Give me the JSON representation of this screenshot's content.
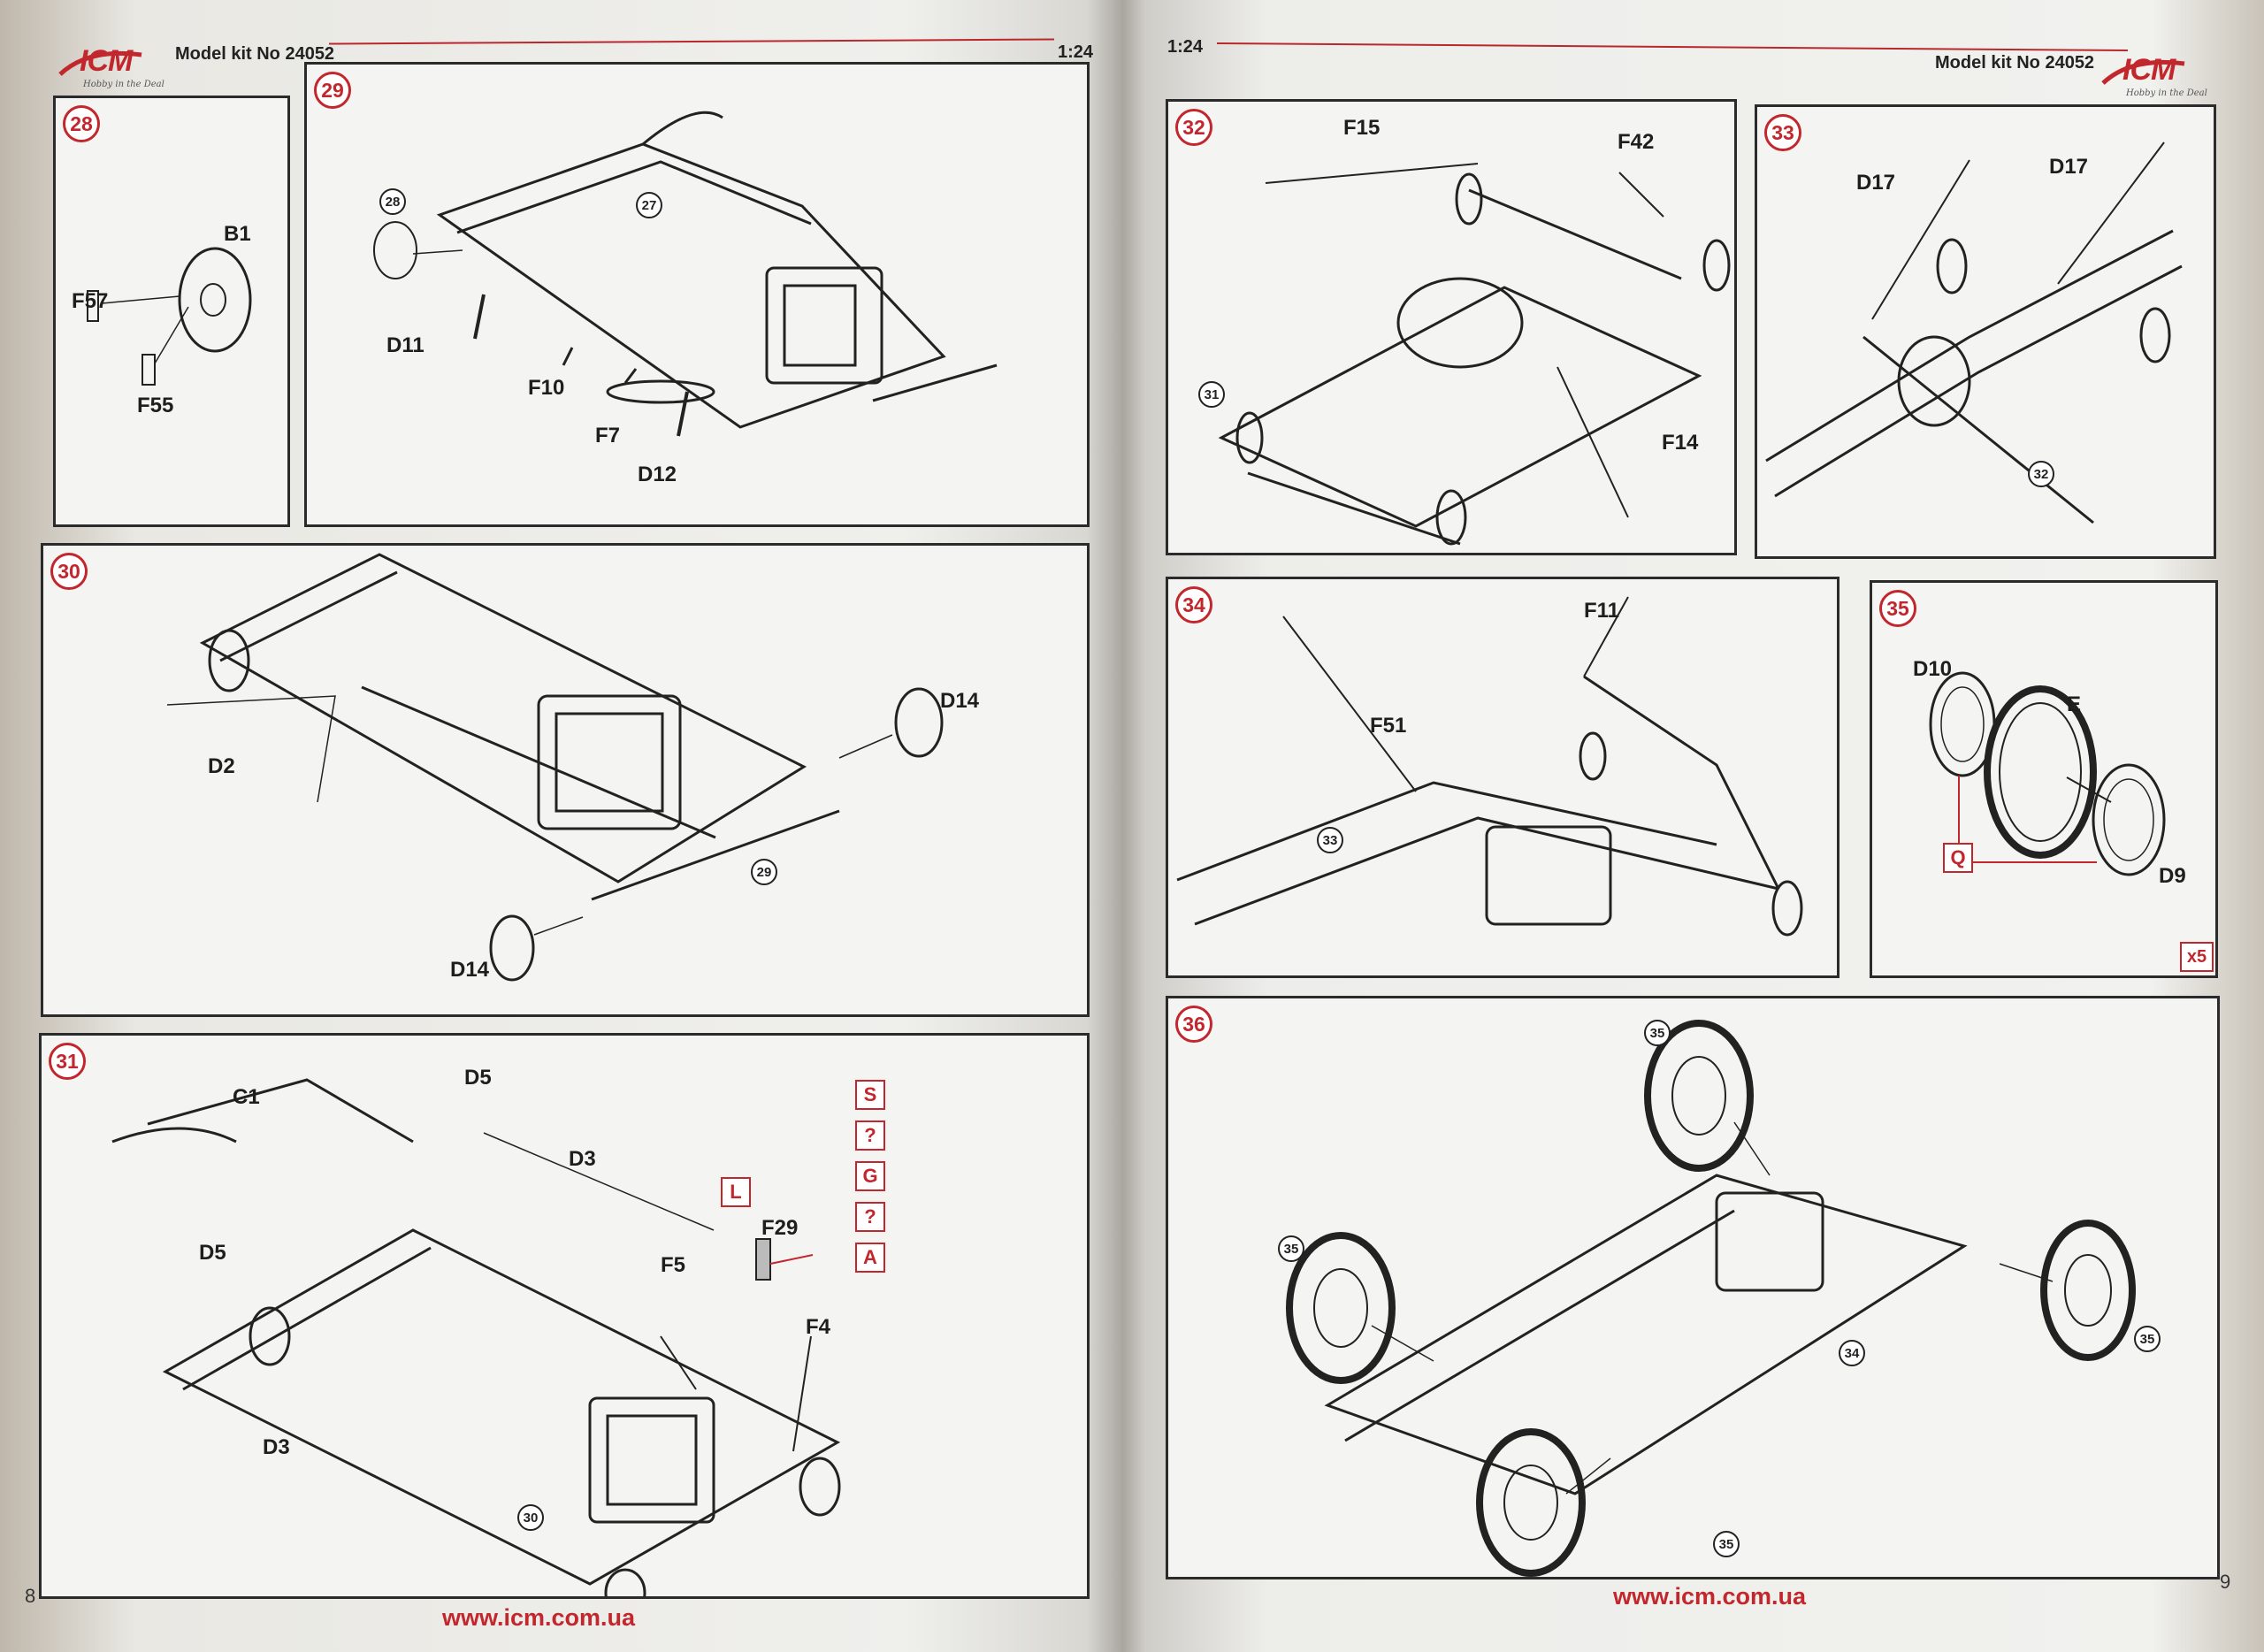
{
  "left_page": {
    "header": {
      "kit": "Model kit No 24052",
      "scale": "1:24",
      "logo": "ICM",
      "logo_tagline": "Hobby in the Deal"
    },
    "page_number": "8",
    "website": "www.icm.com.ua",
    "steps": [
      {
        "number": "28",
        "labels": [
          "B1",
          "F57",
          "F55"
        ]
      },
      {
        "number": "29",
        "labels": [
          "D11",
          "F10",
          "F7",
          "D12"
        ],
        "refs": [
          "28",
          "27"
        ]
      },
      {
        "number": "30",
        "labels": [
          "D2",
          "D14",
          "D14"
        ],
        "refs": [
          "29"
        ]
      },
      {
        "number": "31",
        "labels": [
          "C1",
          "D5",
          "D3",
          "D5",
          "D3",
          "F5",
          "F29",
          "F4"
        ],
        "refs": [
          "30"
        ],
        "paint_codes": [
          "S",
          "?",
          "G",
          "?",
          "A"
        ],
        "paint_code_single": "L"
      }
    ]
  },
  "right_page": {
    "header": {
      "kit": "Model kit No 24052",
      "scale": "1:24",
      "logo": "ICM",
      "logo_tagline": "Hobby in the Deal"
    },
    "page_number": "9",
    "website": "www.icm.com.ua",
    "steps": [
      {
        "number": "32",
        "labels": [
          "F15",
          "F42",
          "F14"
        ],
        "refs": [
          "31"
        ]
      },
      {
        "number": "33",
        "labels": [
          "D17",
          "D17"
        ],
        "refs": [
          "32"
        ]
      },
      {
        "number": "34",
        "labels": [
          "F11",
          "F51"
        ],
        "refs": [
          "33"
        ]
      },
      {
        "number": "35",
        "labels": [
          "D10",
          "E",
          "D9"
        ],
        "paint_code": "Q",
        "quantity": "x5"
      },
      {
        "number": "36",
        "refs": [
          "35",
          "35",
          "35",
          "35",
          "34"
        ]
      }
    ]
  },
  "colors": {
    "accent_red": "#c1272d",
    "ink": "#222222",
    "paper": "#f4f4f2"
  }
}
